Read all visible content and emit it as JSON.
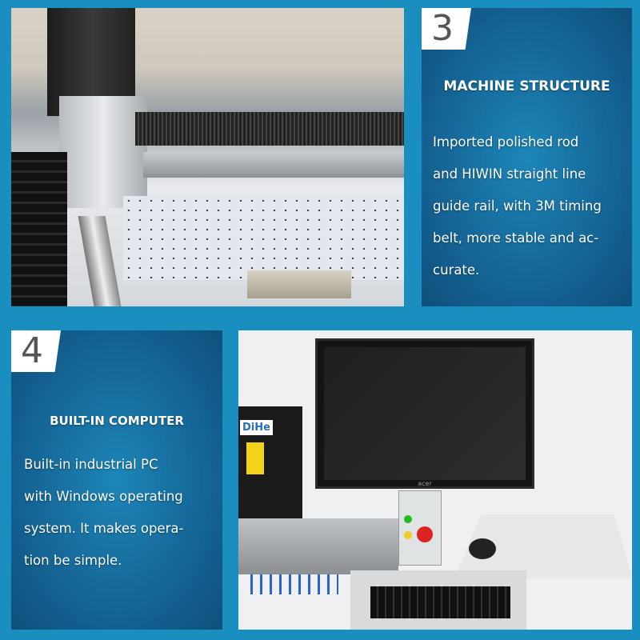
{
  "panels": [
    {
      "number": "3",
      "title": "MACHINE STRUCTURE",
      "body": "Imported polished rod\nand HIWIN straight line\nguide rail, with 3M timing\nbelt, more stable and ac-\ncurate."
    },
    {
      "number": "4",
      "title": "BUILT-IN COMPUTER",
      "body": "Built-in industrial PC\nwith  Windows operating\nsystem. It makes opera-\ntion be simple."
    }
  ],
  "photos": {
    "machine_brand_logo": "DiHe",
    "monitor_brand_logo": "acer"
  },
  "colors": {
    "frame": "#1b8ec0",
    "panel": "#135f8f"
  }
}
